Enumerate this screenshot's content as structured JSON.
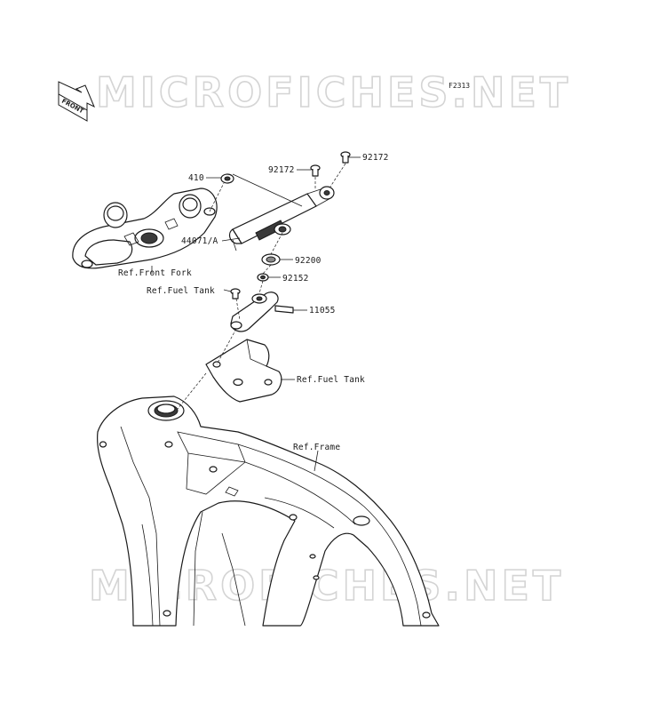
{
  "diagram": {
    "code": "F2313",
    "front_badge": "FRONT",
    "watermark_top": "MICROFICHES.NET",
    "watermark_bottom": "MICROFICHES.NET",
    "labels": {
      "p410": "410",
      "p92172_a": "92172",
      "p92172_b": "92172",
      "p44071": "44071/A",
      "p92200": "92200",
      "p92152": "92152",
      "p11055": "11055",
      "ref_front_fork": "Ref.Front Fork",
      "ref_fuel_tank_1": "Ref.Fuel Tank",
      "ref_fuel_tank_2": "Ref.Fuel Tank",
      "ref_frame": "Ref.Frame"
    }
  }
}
